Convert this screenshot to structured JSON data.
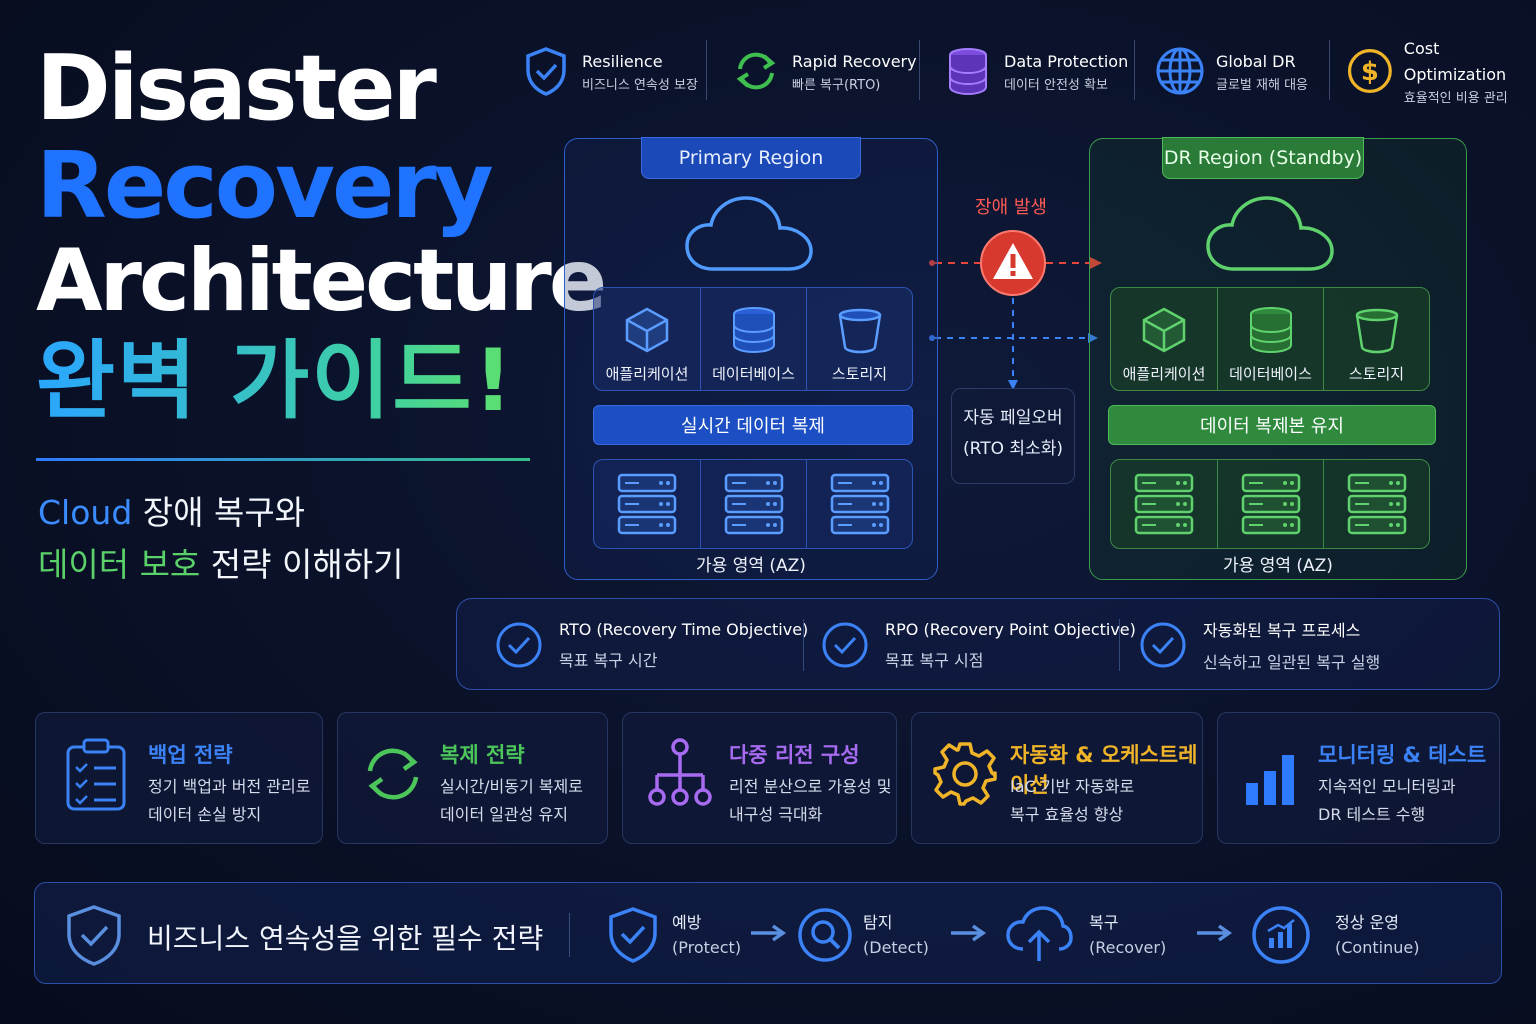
{
  "title": {
    "line1": "Disaster",
    "line2": "Recovery",
    "line3": "Architecture",
    "line4": "완벽 가이드!",
    "sub1_a": "Cloud",
    "sub1_b": " 장애 복구와",
    "sub2_a": "데이터 보호",
    "sub2_b": " 전략 이해하기"
  },
  "features": [
    {
      "icon": "shield-check-icon",
      "title": "Resilience",
      "desc": "비즈니스 연속성 보장",
      "color": "#3b82f6"
    },
    {
      "icon": "refresh-icon",
      "title": "Rapid Recovery",
      "desc": "빠른 복구(RTO)",
      "color": "#3fbf4f"
    },
    {
      "icon": "database-icon",
      "title": "Data Protection",
      "desc": "데이터 안전성 확보",
      "color": "#8b5cf6"
    },
    {
      "icon": "globe-icon",
      "title": "Global DR",
      "desc": "글로벌 재해 대응",
      "color": "#3b82f6"
    },
    {
      "icon": "dollar-coin-icon",
      "title": "Cost Optimization",
      "desc": "효율적인 비용 관리",
      "color": "#f0b429"
    }
  ],
  "primary": {
    "title": "Primary Region",
    "cells": [
      "애플리케이션",
      "데이터베이스",
      "스토리지"
    ],
    "bar": "실시간 데이터 복제",
    "az": "가용 영역 (AZ)",
    "color": "#3b82f6"
  },
  "dr": {
    "title": "DR Region (Standby)",
    "cells": [
      "애플리케이션",
      "데이터베이스",
      "스토리지"
    ],
    "bar": "데이터 복제본 유지",
    "az": "가용 영역 (AZ)",
    "color": "#4cc65a"
  },
  "fault": {
    "label": "장애 발생",
    "color": "#e8453c"
  },
  "failover": {
    "line1": "자동 페일오버",
    "line2": "(RTO 최소화)"
  },
  "objectives": [
    {
      "title": "RTO (Recovery Time Objective)",
      "desc": "목표 복구 시간"
    },
    {
      "title": "RPO (Recovery Point Objective)",
      "desc": "목표 복구 시점"
    },
    {
      "title": "자동화된 복구 프로세스",
      "desc": "신속하고 일관된 복구 실행"
    }
  ],
  "strategies": [
    {
      "icon": "clipboard-checklist-icon",
      "title": "백업 전략",
      "line1": "정기 백업과 버전 관리로",
      "line2": "데이터 손실 방지",
      "color": "#3b82f6"
    },
    {
      "icon": "sync-arrows-icon",
      "title": "복제 전략",
      "line1": "실시간/비동기 복제로",
      "line2": "데이터 일관성 유지",
      "color": "#4cc65a"
    },
    {
      "icon": "hierarchy-icon",
      "title": "다중 리전 구성",
      "line1": "리전 분산으로 가용성 및",
      "line2": "내구성 극대화",
      "color": "#a66bf0"
    },
    {
      "icon": "gear-icon",
      "title": "자동화 & 오케스트레이션",
      "line1": "IaC 기반 자동화로",
      "line2": "복구 효율성 향상",
      "color": "#f0b429"
    },
    {
      "icon": "bar-chart-icon",
      "title": "모니터링 & 테스트",
      "line1": "지속적인 모니터링과",
      "line2": "DR 테스트 수행",
      "color": "#3b82f6"
    }
  ],
  "bottom": {
    "title": "비즈니스 연속성을 위한 필수 전략",
    "steps": [
      {
        "icon": "shield-check-icon",
        "ko": "예방",
        "en": "(Protect)"
      },
      {
        "icon": "search-icon",
        "ko": "탐지",
        "en": "(Detect)"
      },
      {
        "icon": "cloud-upload-icon",
        "ko": "복구",
        "en": "(Recover)"
      },
      {
        "icon": "chart-circle-icon",
        "ko": "정상 운영",
        "en": "(Continue)"
      }
    ]
  }
}
